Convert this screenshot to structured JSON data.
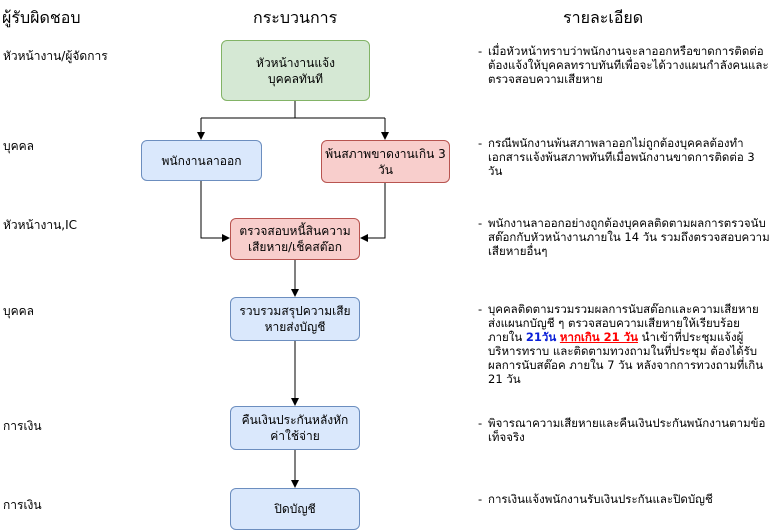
{
  "headers": {
    "owner": "ผู้รับผิดชอบ",
    "process": "กระบวนการ",
    "details": "รายละเอียด"
  },
  "roles": [
    "หัวหน้างาน/ผู้จัดการ",
    "บุคคล",
    "หัวหน้างาน,IC",
    "บุคคล",
    "การเงิน",
    "การเงิน"
  ],
  "nodes": {
    "supervisor_notify": "หัวหน้างานแจ้งบุคคลทันที",
    "employee_resign": "พนักงานลาออก",
    "absent_over3": "พ้นสภาพขาดงานเกิน 3 วัน",
    "check_liabilities": "ตรวจสอบหนี้สินความเสียหาย/เช็คสต๊อก",
    "summarize_damage": "รวบรวมสรุปความเสียหายส่งบัญชี",
    "refund_deposit": "คืนเงินประกันหลังหักค่าใช้จ่าย",
    "close_account": "ปิดบัญชี"
  },
  "details": {
    "d1": "เมื่อหัวหน้าทราบว่าพนักงานจะลาออกหรือขาดการติดต่อต้องแจ้งให้บุคคลทราบทันทีเพื่อจะได้วางแผนกำลังคนและตรวจสอบความเสียหาย",
    "d2": "กรณีพนักงานพ้นสภาพลาออกไม่ถูกต้องบุคคลต้องทำเอกสารแจ้งพ้นสภาพทันทีเมื่อพนักงานขาดการติดต่อ 3 วัน",
    "d3": "พนักงานลาออกอย่างถูกต้องบุคคลติดตามผลการตรวจนับสต๊อกกับหัวหน้างานภายใน 14 วัน รวมถึงตรวจสอบความเสียหายอื่นๆ",
    "d4_part1": "บุคคลติดตามรวมรวมผลการนับสต๊อกและความเสียหายส่งแผนกบัญชี ๆ ตรวจสอบความเสียหายให้เรียบร้อยภายใน",
    "d4_highlight1": "21วัน",
    "d4_highlight2": "หากเกิน 21 วัน",
    "d4_part2": "นำเข้าที่ประชุมแจ้งผู้บริหารทราบ  และติดตามทวงถามในที่ประชุม  ต้องได้รับผลการนับสต๊อค ภายใน 7 วัน หลังจากการทวงถามที่เกิน 21 วัน",
    "d5": "พิจารณาความเสียหายและคืนเงินประกันพนักงานตามข้อเท็จจริง",
    "d6": "การเงินแจ้งพนักงานรับเงินประกันและปิดบัญชี"
  },
  "dash": "-"
}
